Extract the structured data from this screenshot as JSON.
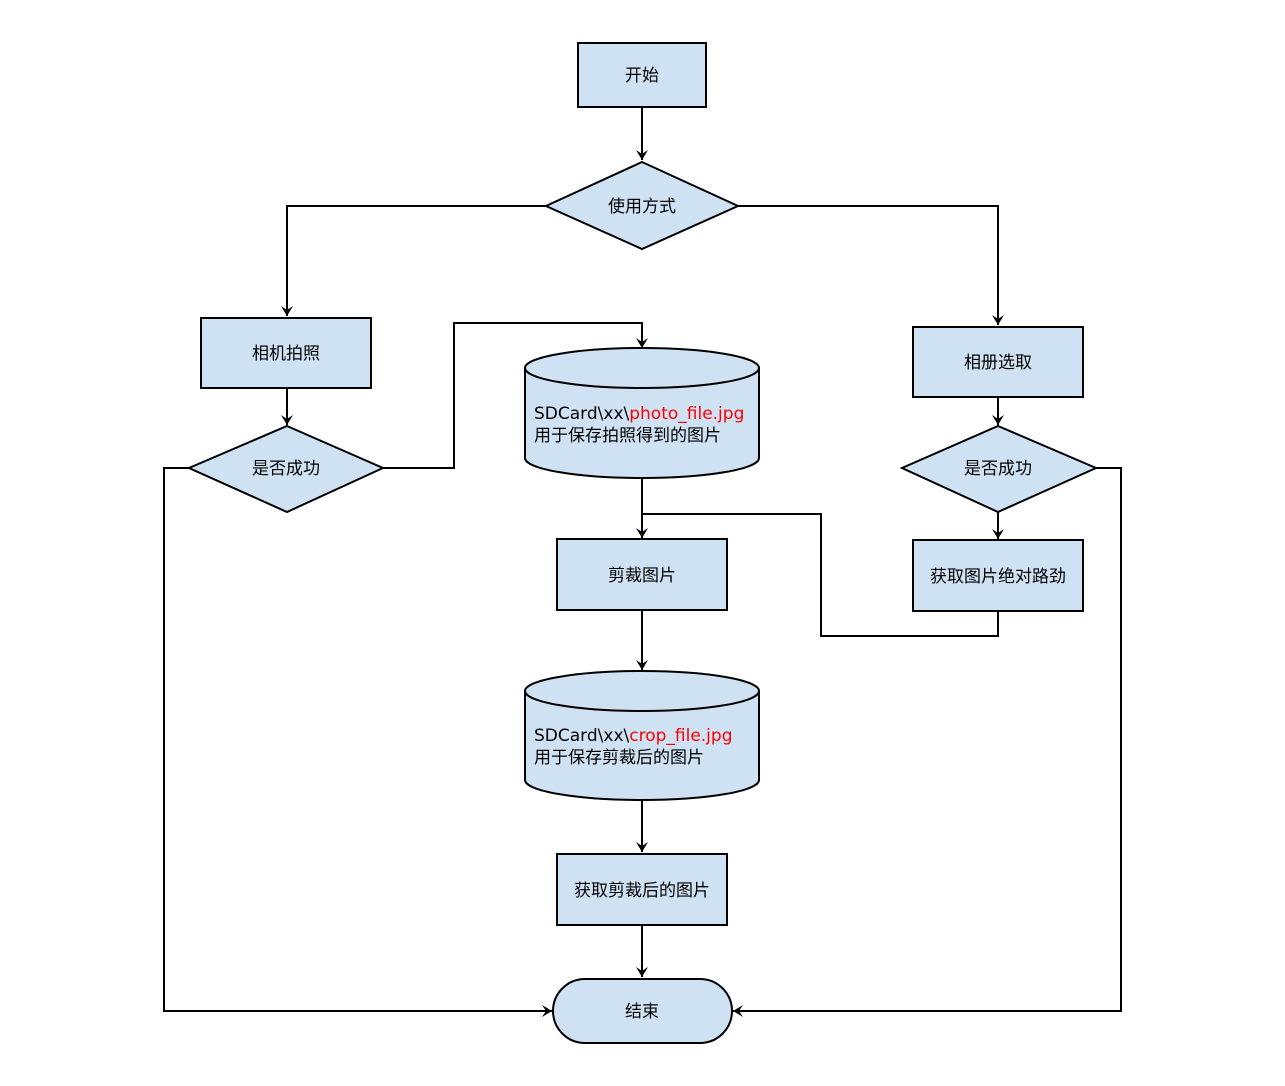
{
  "colors": {
    "node_fill": "#cfe2f3",
    "stroke": "#000000",
    "highlight_text": "#ff0000"
  },
  "nodes": {
    "start": "开始",
    "usage_decision": "使用方式",
    "camera": "相机拍照",
    "camera_success": "是否成功",
    "photo_storage": {
      "path_prefix": "SDCard\\xx\\",
      "filename": "photo_file.jpg",
      "description": "用于保存拍照得到的图片"
    },
    "album": "相册选取",
    "album_success": "是否成功",
    "get_path": "获取图片绝对路劲",
    "crop": "剪裁图片",
    "crop_storage": {
      "path_prefix": "SDCard\\xx\\",
      "filename": "crop_file.jpg",
      "description": "用于保存剪裁后的图片"
    },
    "get_cropped": "获取剪裁后的图片",
    "end": "结束"
  }
}
